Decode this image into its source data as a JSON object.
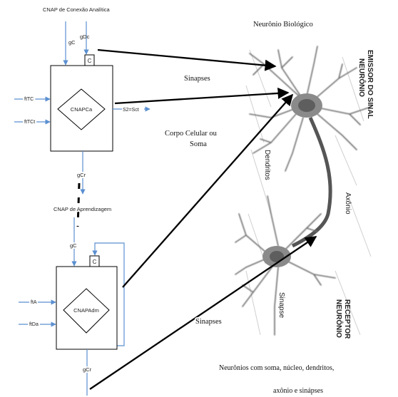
{
  "cnap_top": {
    "title": "CNAP de Conexão Analítica",
    "input_gc": "gC",
    "input_gdc": "gDc",
    "box_c": "C",
    "center": "CNAPCa",
    "input_fttc": "ftTC",
    "input_fttct": "ftTCt",
    "output_s2": "S2=Sct",
    "output_gcr": "gCr"
  },
  "cnap_bottom": {
    "title": "CNAP de Aprendizagem",
    "input_gc": "gC",
    "box_c": "C",
    "center": "CNAPAdm",
    "input_fta": "ftA",
    "input_ftda": "ftDa",
    "output_gcr": "gCr"
  },
  "neuron": {
    "title": "Neurônio Biológico",
    "label_synapses_top": "Sinapses",
    "label_cell_body_1": "Corpo Celular   ou",
    "label_cell_body_2": "Soma",
    "label_synapses_bottom": "Sinapses",
    "caption_1": "Neurônios com soma, núcleo, dendritos,",
    "caption_2": "axônio e sinápses",
    "img_emitter_1": "NEURÔNIO",
    "img_emitter_2": "EMISSOR DO SINAL",
    "img_receiver_1": "NEURÔNIO",
    "img_receiver_2": "RECEPTOR",
    "img_dendrites": "Dendritos",
    "img_axon": "Axônio",
    "img_synapse": "Sinapse"
  },
  "colors": {
    "connector_blue": "#5b8fd0",
    "black_arrow": "#000000"
  }
}
